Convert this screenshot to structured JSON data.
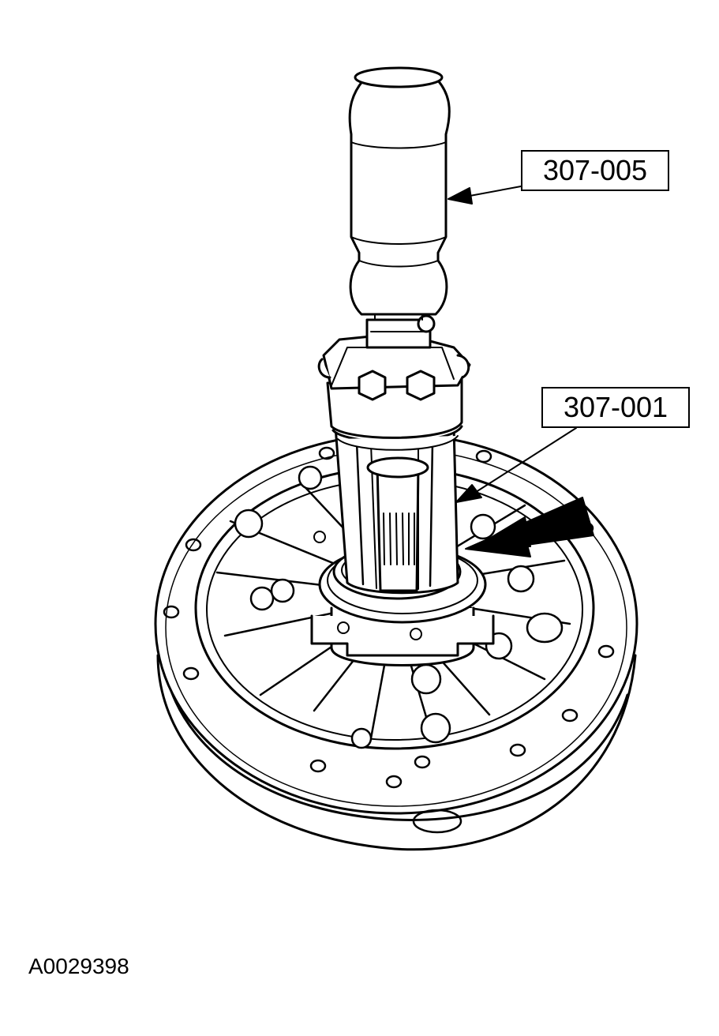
{
  "callouts": {
    "tool_upper": "307-005",
    "tool_lower": "307-001"
  },
  "figure_id": "A0029398"
}
